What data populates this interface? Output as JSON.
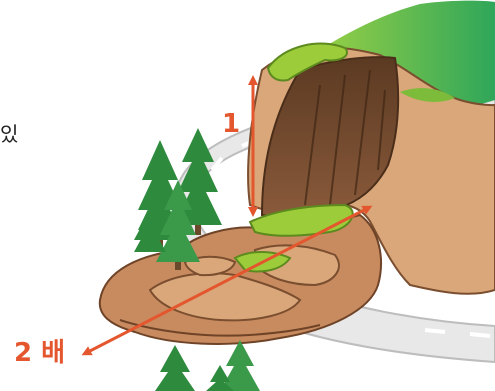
{
  "labels": {
    "height_marker": "1",
    "runout_marker": "2 배",
    "cut_text_fragment": "있"
  },
  "colors": {
    "arrow": "#e4572e",
    "rock_light": "#d9a77a",
    "rock_dark": "#8a5a3b",
    "grass": "#7dbb3a",
    "tree": "#2e8b3e",
    "road": "#e6e6e6"
  },
  "icons": [
    "pine-tree-icon",
    "double-arrow-icon"
  ]
}
